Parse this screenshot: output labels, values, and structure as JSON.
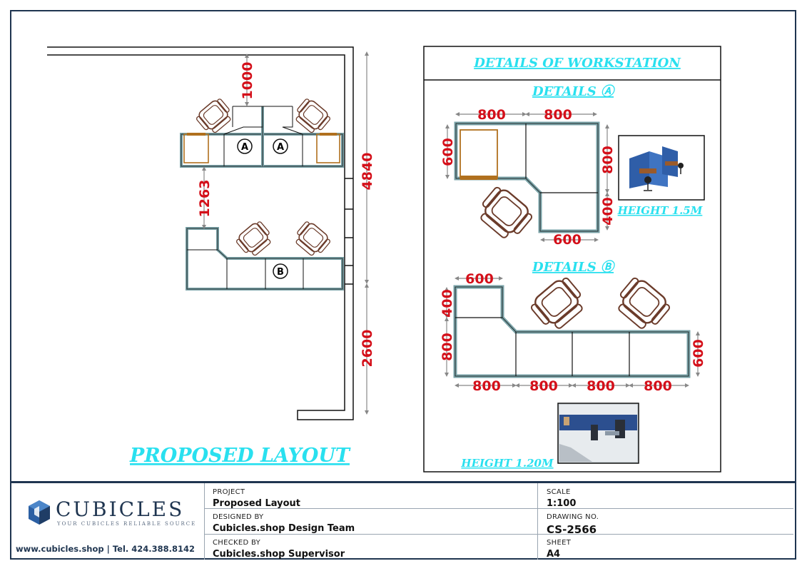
{
  "drawing": {
    "main_title": "PROPOSED LAYOUT",
    "details_title": "DETAILS OF WORKSTATION",
    "details_a_title": "DETAILS Ⓐ",
    "details_b_title": "DETAILS Ⓑ",
    "height_a": "HEIGHT  1.5M",
    "height_b": "HEIGHT 1.20M",
    "marker_a": "A",
    "marker_b": "B",
    "dims_layout": {
      "top_clearance": "1000",
      "gap": "1263",
      "wall_upper": "4840",
      "wall_lower": "2600"
    },
    "dims_a": {
      "top_1": "800",
      "top_2": "800",
      "left": "600",
      "right_upper": "800",
      "right_lower": "400",
      "bottom": "600"
    },
    "dims_b": {
      "top_left": "600",
      "left_upper": "400",
      "left_lower": "800",
      "right": "600",
      "bottom_1": "800",
      "bottom_2": "800",
      "bottom_3": "800",
      "bottom_4": "800"
    }
  },
  "title_block": {
    "brand": "CUBICLES",
    "tagline": "YOUR CUBICLES RELIABLE SOURCE",
    "contact": "www.cubicles.shop  |  Tel. 424.388.8142",
    "project_label": "PROJECT",
    "project_value": "Proposed Layout",
    "designed_label": "DESIGNED BY",
    "designed_value": "Cubicles.shop Design Team",
    "checked_label": "CHECKED BY",
    "checked_value": "Cubicles.shop Supervisor",
    "scale_label": "SCALE",
    "scale_value": "1:100",
    "drawing_label": "DRAWING NO.",
    "drawing_value": "CS-2566",
    "sheet_label": "SHEET",
    "sheet_value": "A4"
  },
  "colors": {
    "frame": "#1f3550",
    "dimension": "#d4101a",
    "heading": "#29e0ef",
    "panel": "#7aa3a8",
    "chair": "#6b3b2a",
    "desk": "#b0701e"
  }
}
